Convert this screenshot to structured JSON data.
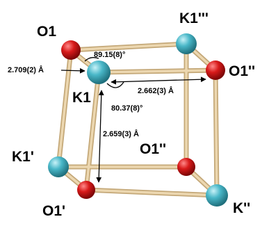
{
  "colors": {
    "bond": "#e8cfa3",
    "bond_edge": "#c4a878",
    "oxygen": "#d81a1a",
    "potassium": "#49b7c8",
    "arrow": "#000000"
  },
  "labels": {
    "o1_top_left": "O1",
    "k1_triple_prime": "K1'''",
    "o1_double_prime_right": "O1''",
    "k1_center": "K1",
    "k1_prime": "K1'",
    "o1_double_prime_inner": "O1''",
    "o1_prime": "O1'",
    "k_double_prime": "K''"
  },
  "measurements": {
    "k1_o1_distance": "2.709(2) Å",
    "o1_k1_k1triple_angle": "89.15(8)°",
    "k1_o1dp_distance": "2.662(3) Å",
    "o1dp_k1_o1p_angle": "80.37(8)°",
    "k1_o1p_distance": "2.659(3) Å"
  }
}
